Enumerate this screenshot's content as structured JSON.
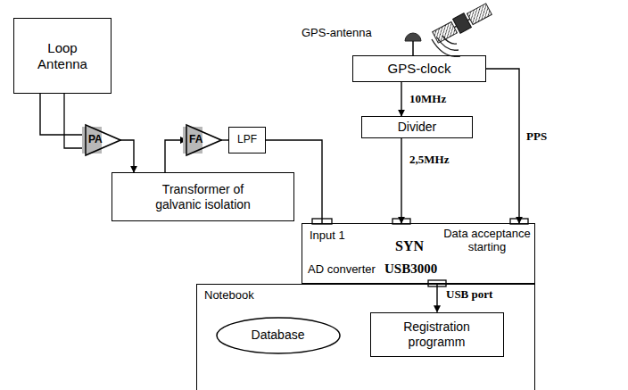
{
  "diagram": {
    "nodes": [
      {
        "text": [
          "Loop Antenna"
        ]
      },
      {
        "text": [
          "GPS-clock"
        ]
      },
      {
        "text": [
          "PA"
        ]
      },
      {
        "text": [
          "FA"
        ]
      },
      {
        "text": [
          "LPF"
        ]
      },
      {
        "text": [
          "Divider"
        ]
      },
      {
        "text": [
          "Transformer of galvanic isolation"
        ]
      },
      {
        "text": [
          "Input 1",
          "SYN",
          "Data acceptance starting",
          "AD converter",
          "USB3000"
        ]
      },
      {
        "text": [
          "Notebook"
        ]
      },
      {
        "text": [
          "Database"
        ],
        "in": 8
      },
      {
        "text": [
          "Registration programm"
        ],
        "in": 8
      }
    ],
    "edges": [
      {
        "from": 0,
        "to": 2,
        "arrow": "none"
      },
      {
        "from": 2,
        "to": 6,
        "arrow": "to"
      },
      {
        "from": 6,
        "to": 3,
        "arrow": "to"
      },
      {
        "from": 3,
        "to": 4,
        "arrow": "none"
      },
      {
        "from": 4,
        "to": 7,
        "arrow": "none"
      },
      {
        "from": 1,
        "to": 5,
        "label": "10MHz",
        "arrow": "to"
      },
      {
        "from": 5,
        "to": 7,
        "label": "2,5MHz",
        "arrow": "to"
      },
      {
        "from": 1,
        "to": 7,
        "label": "PPS",
        "arrow": "to"
      },
      {
        "from": 7,
        "to": 10,
        "label": "USB port",
        "arrow": "to"
      }
    ],
    "labels": [
      "GPS-antenna"
    ]
  }
}
